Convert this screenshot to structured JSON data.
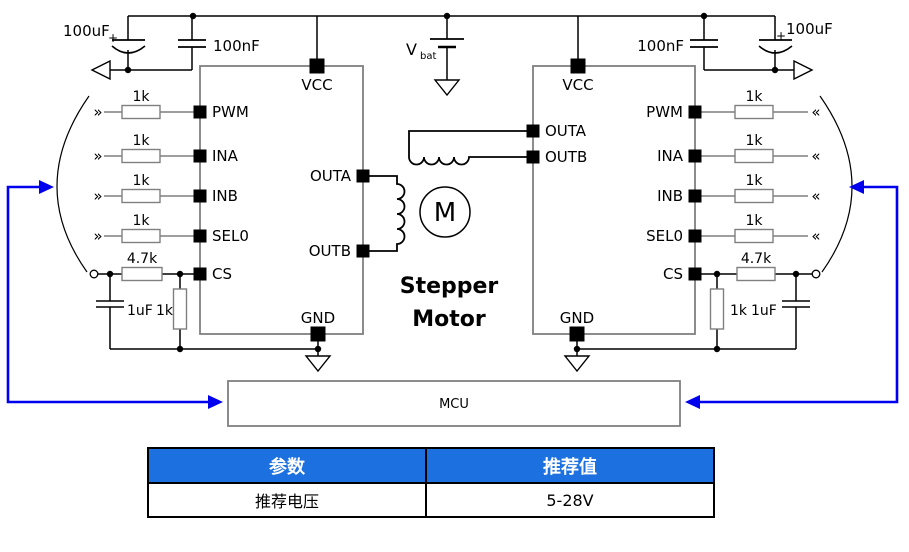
{
  "schematic": {
    "top_rail": {
      "left_bulk_cap": "100uF",
      "left_plus": "+",
      "left_decoupling_cap": "100nF",
      "battery_label": "V",
      "battery_label_sub": "bat",
      "right_decoupling_cap": "100nF",
      "right_plus": "+",
      "right_bulk_cap": "100uF"
    },
    "left_driver": {
      "vcc_pin": "VCC",
      "gnd_pin": "GND",
      "input_pins": [
        "PWM",
        "INA",
        "INB",
        "SEL0",
        "CS"
      ],
      "output_pins": [
        "OUTA",
        "OUTB"
      ]
    },
    "right_driver": {
      "vcc_pin": "VCC",
      "gnd_pin": "GND",
      "input_pins": [
        "PWM",
        "INA",
        "INB",
        "SEL0",
        "CS"
      ],
      "output_pins": [
        "OUTA",
        "OUTB"
      ]
    },
    "input_network": {
      "series_resistor": "1k",
      "cs_resistor": "4.7k",
      "cs_filter_resistor": "1k",
      "cs_filter_cap": "1uF"
    },
    "motor": {
      "symbol": "M",
      "caption_line1": "Stepper",
      "caption_line2": "Motor"
    },
    "mcu_label": "MCU",
    "icons": {
      "input_connector": "»",
      "output_connector": "«"
    },
    "colors": {
      "bus_arrow_blue": "#0000EE",
      "wire_gray": "#7f7f7f",
      "table_header_bg": "#1C70E0"
    }
  },
  "table": {
    "headers": [
      "参数",
      "推荐值"
    ],
    "rows": [
      [
        "推荐电压",
        "5-28V"
      ]
    ]
  }
}
